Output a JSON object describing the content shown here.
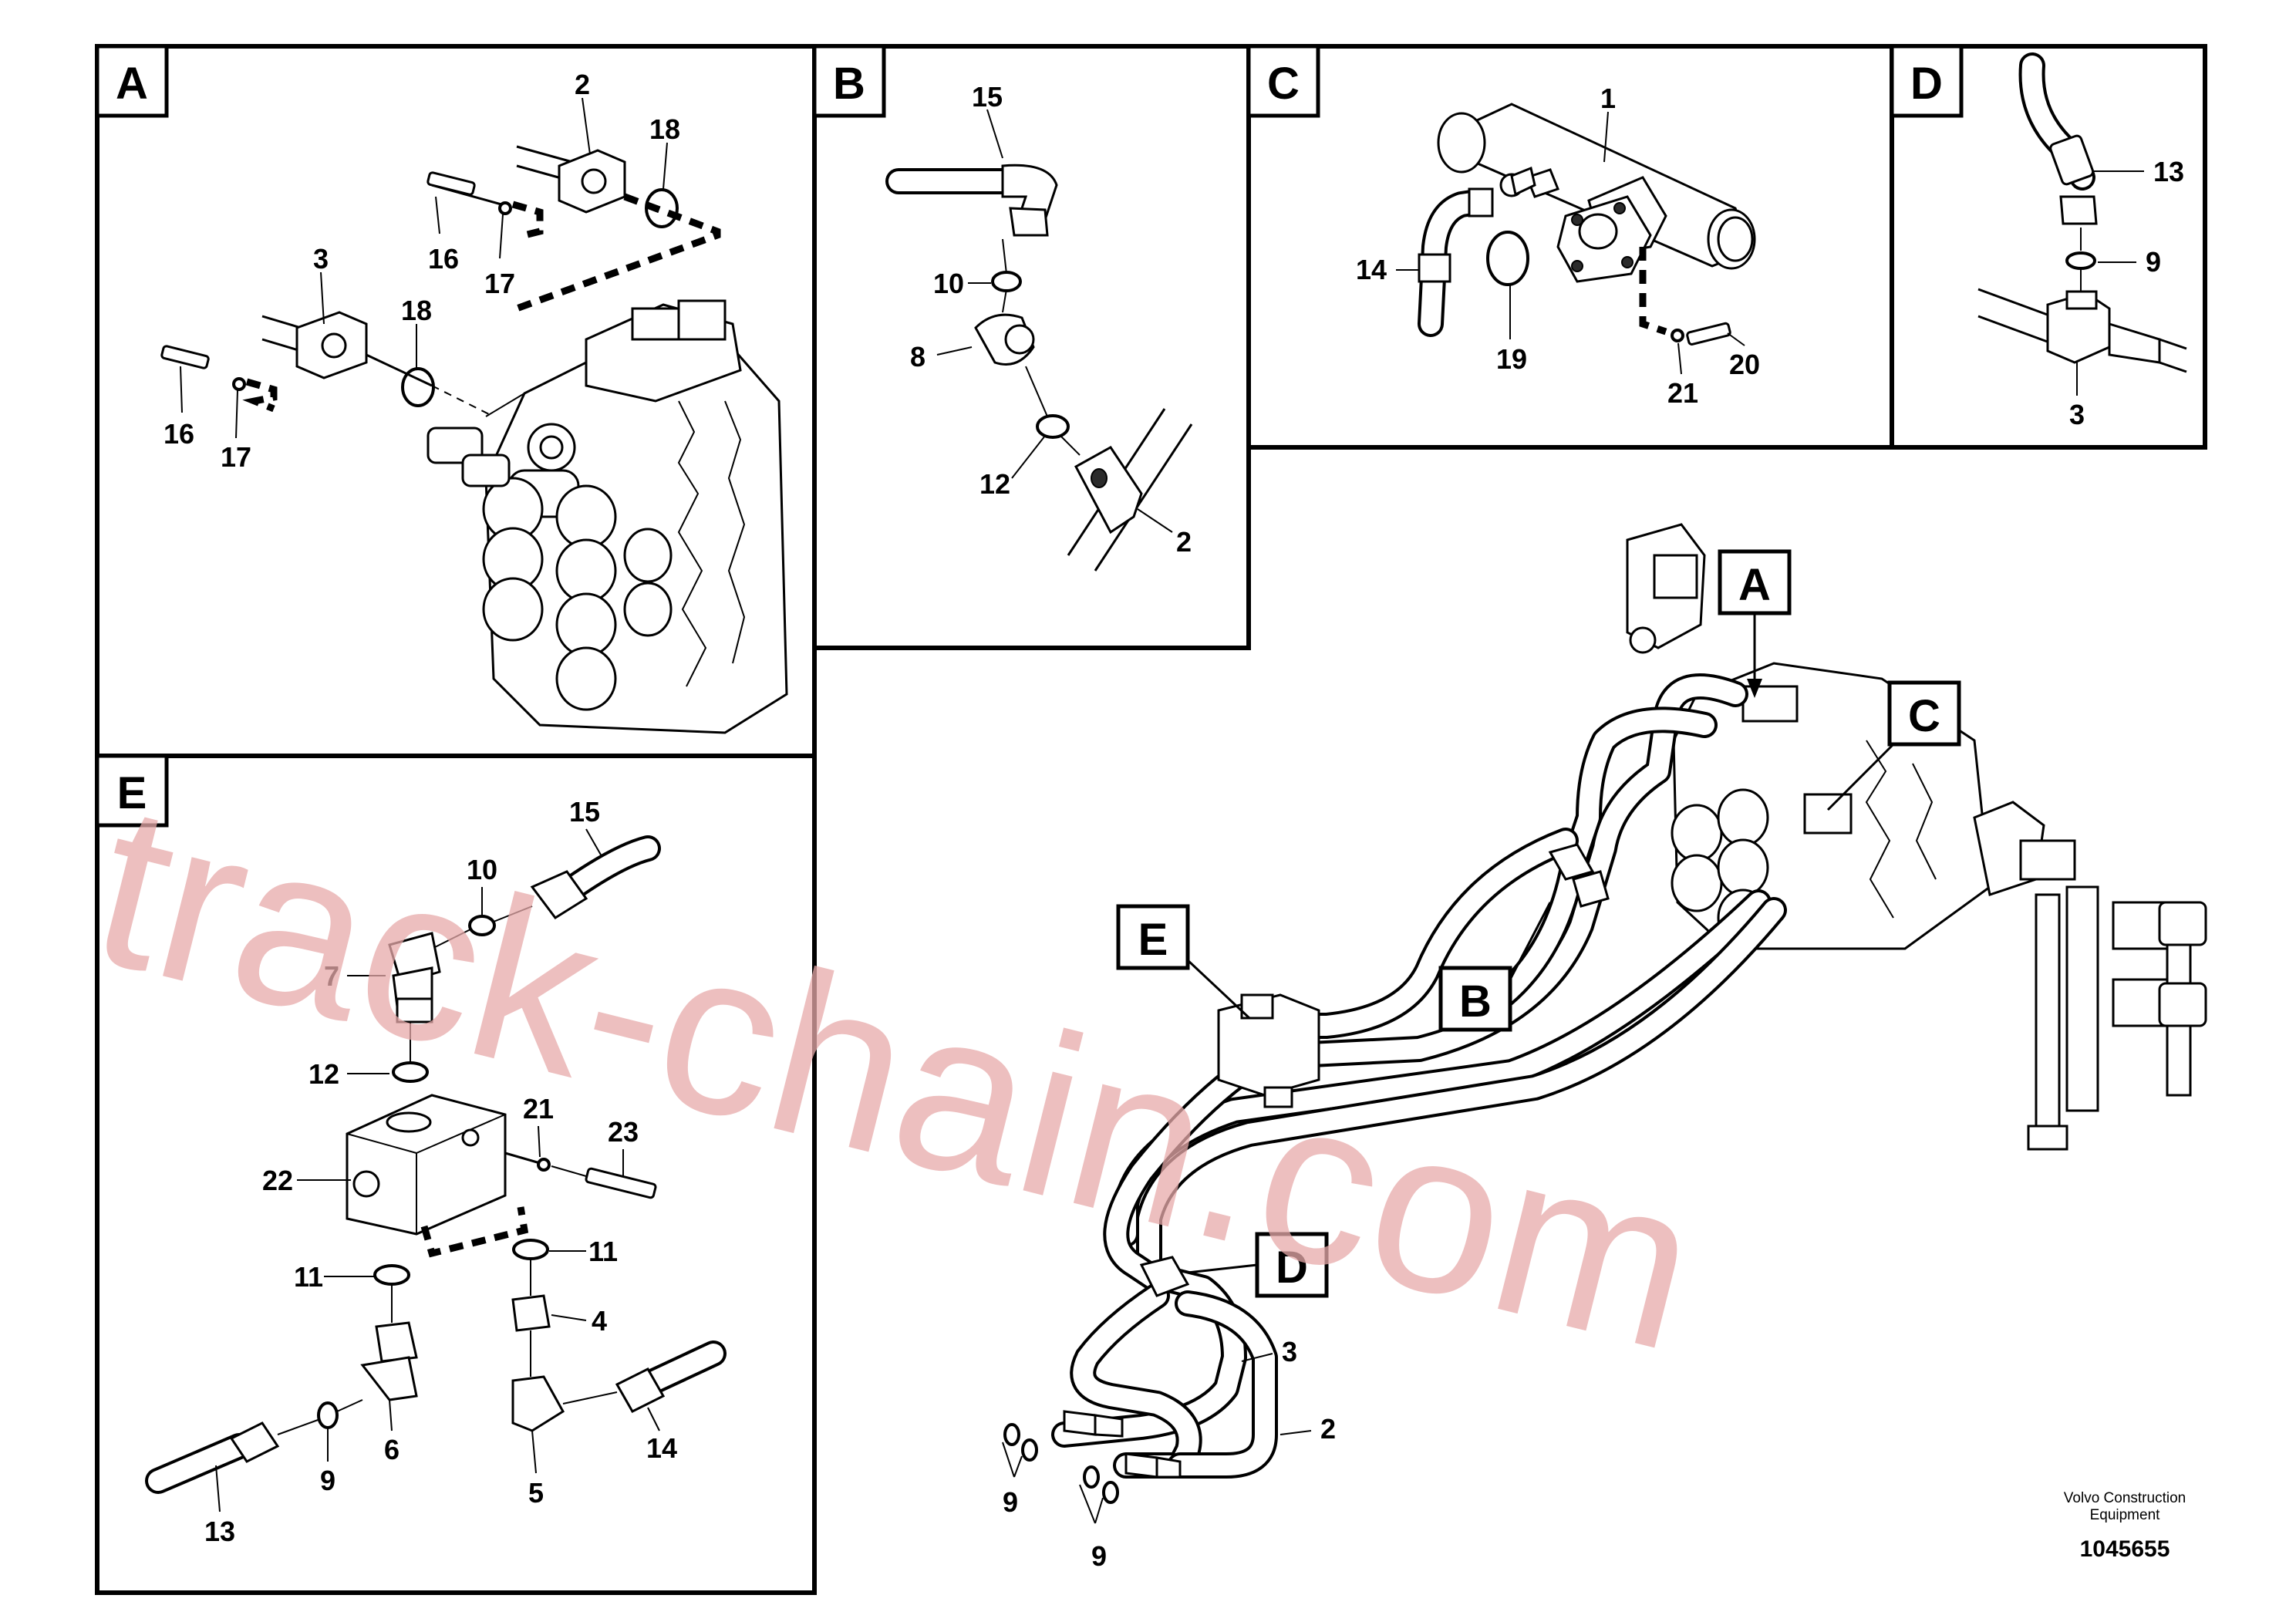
{
  "panels": [
    {
      "id": "A",
      "label": "A"
    },
    {
      "id": "B",
      "label": "B"
    },
    {
      "id": "C",
      "label": "C"
    },
    {
      "id": "D",
      "label": "D"
    },
    {
      "id": "E",
      "label": "E"
    }
  ],
  "overview_tags": [
    "A",
    "B",
    "C",
    "D",
    "E"
  ],
  "callouts": {
    "A": [
      "2",
      "18",
      "16",
      "17",
      "3",
      "18",
      "16",
      "17"
    ],
    "B": [
      "15",
      "10",
      "8",
      "12",
      "2"
    ],
    "C": [
      "1",
      "14",
      "19",
      "21",
      "20"
    ],
    "D": [
      "13",
      "9",
      "3"
    ],
    "E": [
      "15",
      "10",
      "7",
      "12",
      "21",
      "23",
      "22",
      "11",
      "11",
      "4",
      "9",
      "6",
      "5",
      "14",
      "13"
    ],
    "overview": [
      "3",
      "2",
      "9",
      "9"
    ]
  },
  "footer": {
    "company_line1": "Volvo Construction",
    "company_line2": "Equipment",
    "drawing_number": "1045655"
  },
  "watermark": "track-chain.com",
  "colors": {
    "line": "#000000",
    "background": "#ffffff",
    "watermark": "#e7a9a9"
  }
}
